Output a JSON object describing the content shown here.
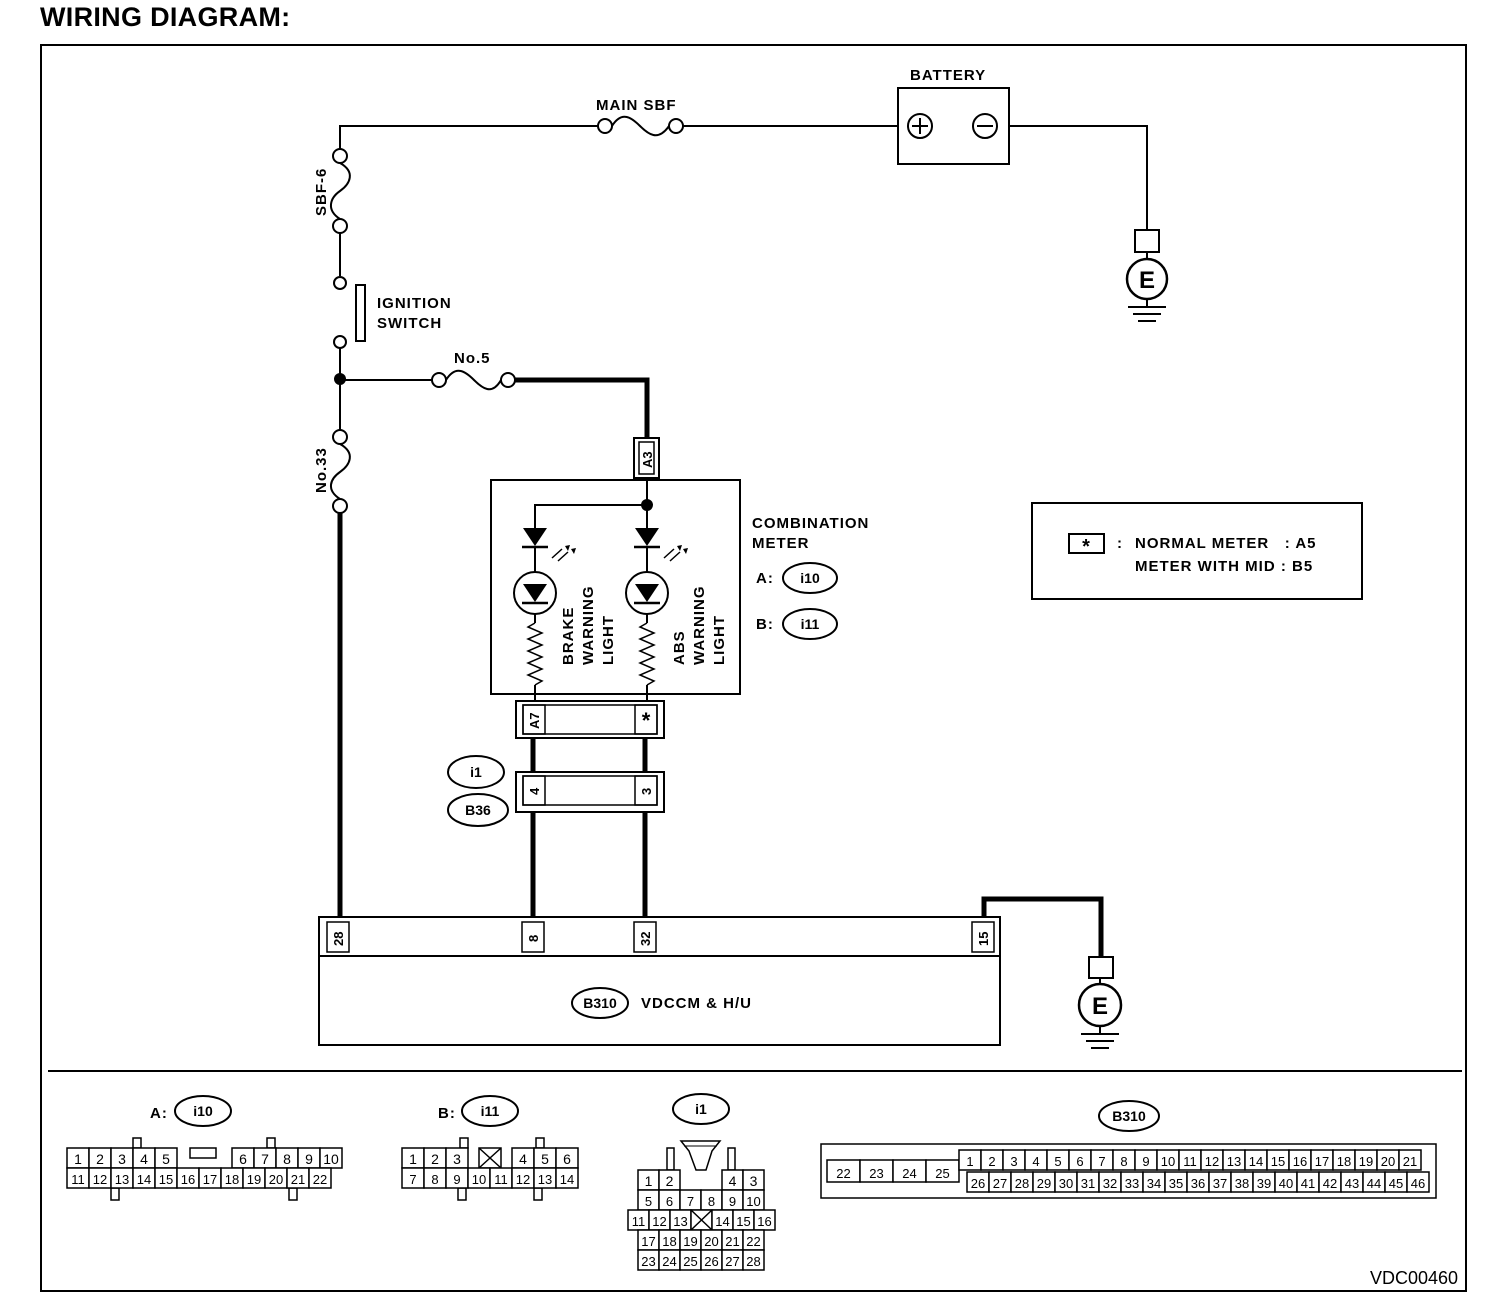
{
  "title": "WIRING DIAGRAM:",
  "figure_code": "VDC00460",
  "power": {
    "battery": "BATTERY",
    "plus": "⊕",
    "minus": "⊖",
    "main_sbf": "MAIN SBF",
    "sbf6": "SBF-6",
    "ignition": [
      "IGNITION",
      "SWITCH"
    ],
    "fuse_no5": "No.5",
    "fuse_no33": "No.33",
    "ground": "E"
  },
  "combination_meter": {
    "title": [
      "COMBINATION",
      "METER"
    ],
    "conn_a_label": "A:",
    "conn_a": "i10",
    "conn_b_label": "B:",
    "conn_b": "i11",
    "pin_top": "A3",
    "pin_left": "A7",
    "pin_right": "*",
    "brake_light": [
      "BRAKE",
      "WARNING",
      "LIGHT"
    ],
    "abs_light": [
      "ABS",
      "WARNING",
      "LIGHT"
    ]
  },
  "note": {
    "star": "*",
    "colon": ":",
    "line1": "NORMAL METER   : A5",
    "line2": "METER WITH MID : B5"
  },
  "joint": {
    "upper": "i1",
    "lower": "B36",
    "pin_left": "4",
    "pin_right": "3"
  },
  "vdccm": {
    "code": "B310",
    "name": "VDCCM & H/U",
    "pins": [
      "28",
      "8",
      "32",
      "15"
    ]
  },
  "connectors": {
    "i10": {
      "label": "A:",
      "code": "i10",
      "row1": [
        "1",
        "2",
        "3",
        "4",
        "5",
        "",
        "6",
        "7",
        "8",
        "9",
        "10"
      ],
      "row2": [
        "11",
        "12",
        "13",
        "14",
        "15",
        "16",
        "17",
        "18",
        "19",
        "20",
        "21",
        "22"
      ]
    },
    "i11": {
      "label": "B:",
      "code": "i11",
      "row1": [
        "1",
        "2",
        "3",
        "",
        "4",
        "5",
        "6"
      ],
      "row2": [
        "7",
        "8",
        "9",
        "10",
        "11",
        "12",
        "13",
        "14"
      ]
    },
    "i1": {
      "code": "i1",
      "rows": [
        [
          "1",
          "2",
          "",
          "4",
          "3"
        ],
        [
          "5",
          "6",
          "7",
          "8",
          "9",
          "10"
        ],
        [
          "11",
          "12",
          "13",
          "",
          "14",
          "15",
          "16"
        ],
        [
          "17",
          "18",
          "19",
          "20",
          "21",
          "22"
        ],
        [
          "23",
          "24",
          "25",
          "26",
          "27",
          "28"
        ]
      ]
    },
    "b310": {
      "code": "B310",
      "left": [
        "22",
        "23",
        "24",
        "25"
      ],
      "row1": [
        "1",
        "2",
        "3",
        "4",
        "5",
        "6",
        "7",
        "8",
        "9",
        "10",
        "11",
        "12",
        "13",
        "14",
        "15",
        "16",
        "17",
        "18",
        "19",
        "20",
        "21"
      ],
      "row2": [
        "26",
        "27",
        "28",
        "29",
        "30",
        "31",
        "32",
        "33",
        "34",
        "35",
        "36",
        "37",
        "38",
        "39",
        "40",
        "41",
        "42",
        "43",
        "44",
        "45",
        "46"
      ]
    }
  }
}
